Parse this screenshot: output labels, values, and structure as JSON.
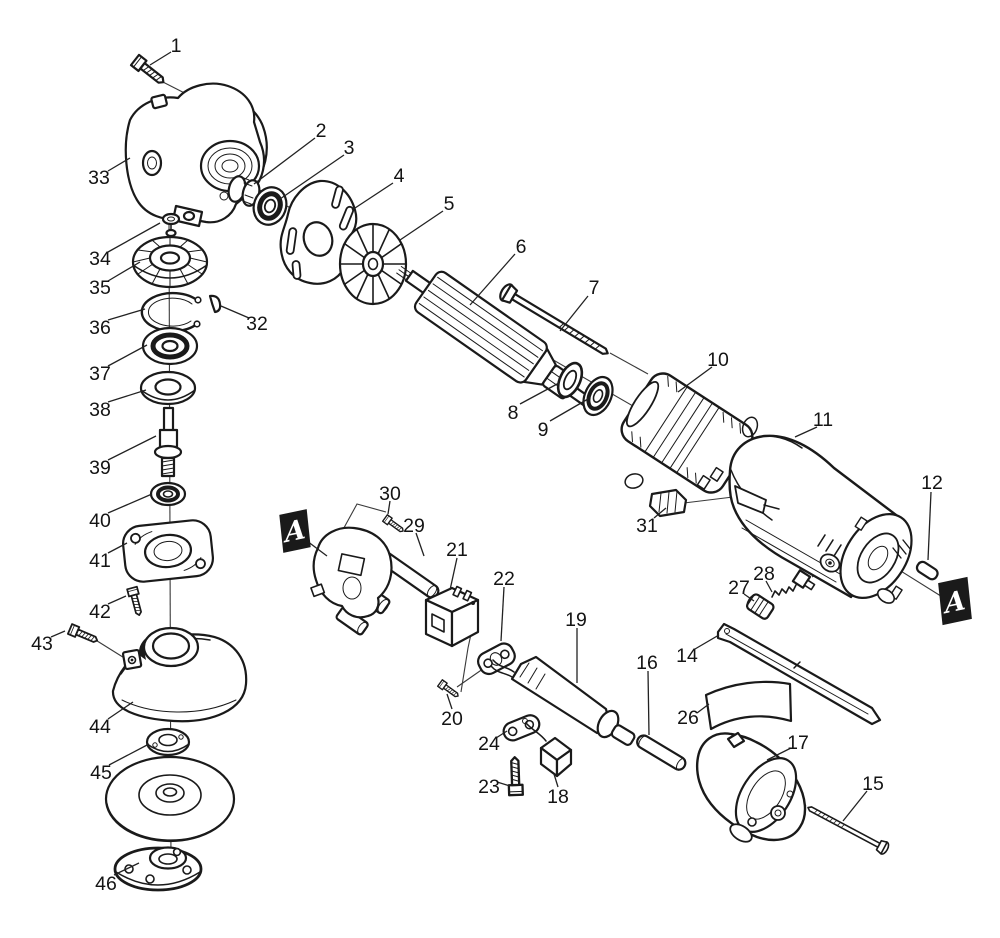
{
  "figure": {
    "kind": "exploded parts diagram",
    "subject": "angle grinder",
    "background_color": "#ffffff",
    "line_color": "#1a1a1a",
    "label_color": "#141414",
    "marker_bg_color": "#111111",
    "marker_text_color": "#ffffff"
  },
  "markers": {
    "left": "A",
    "right": "A"
  },
  "callouts": {
    "c1": "1",
    "c2": "2",
    "c3": "3",
    "c4": "4",
    "c5": "5",
    "c6": "6",
    "c7": "7",
    "c8": "8",
    "c9": "9",
    "c10": "10",
    "c11": "11",
    "c12": "12",
    "c14": "14",
    "c15": "15",
    "c16": "16",
    "c17": "17",
    "c18": "18",
    "c19": "19",
    "c20": "20",
    "c21": "21",
    "c22": "22",
    "c23": "23",
    "c24": "24",
    "c26": "26",
    "c27": "27",
    "c28": "28",
    "c29": "29",
    "c30": "30",
    "c31": "31",
    "c32": "32",
    "c33": "33",
    "c34": "34",
    "c35": "35",
    "c36": "36",
    "c37": "37",
    "c38": "38",
    "c39": "39",
    "c40": "40",
    "c41": "41",
    "c42": "42",
    "c43": "43",
    "c44": "44",
    "c45": "45",
    "c46": "46"
  }
}
